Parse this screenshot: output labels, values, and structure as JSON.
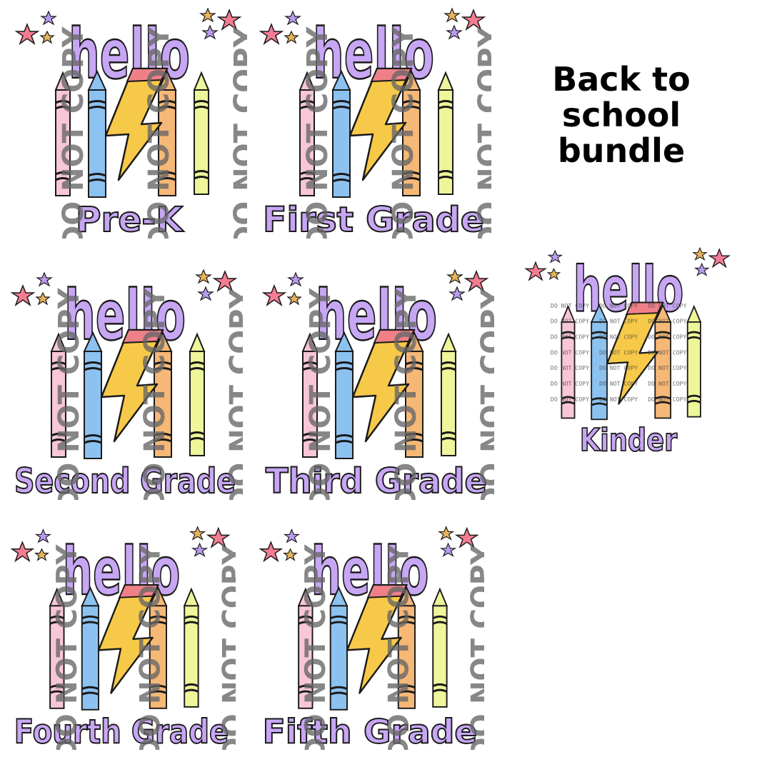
{
  "bundle": {
    "title_lines": [
      "Back to",
      "school",
      "bundle"
    ]
  },
  "watermark": "DO NOT COPY",
  "hello_word": "hello",
  "designs": [
    {
      "grade": "Pre-K"
    },
    {
      "grade": "First Grade"
    },
    {
      "grade": "Second Grade"
    },
    {
      "grade": "Third Grade"
    },
    {
      "grade": "Fourth Grade"
    },
    {
      "grade": "Fifth Grade"
    },
    {
      "grade": "Kinder"
    }
  ],
  "colors": {
    "lavender": "#c7a6f4",
    "outline": "#1a1a1a",
    "star_pink": "#f37c93",
    "star_purple": "#b99cf0",
    "star_gold": "#e8b45a",
    "crayon_pink": "#f7c6d8",
    "crayon_blue": "#8cc2f0",
    "crayon_orange": "#f6b877",
    "crayon_yellow": "#eef59a",
    "bolt_yellow": "#f7c948",
    "bolt_tip": "#f08088"
  }
}
